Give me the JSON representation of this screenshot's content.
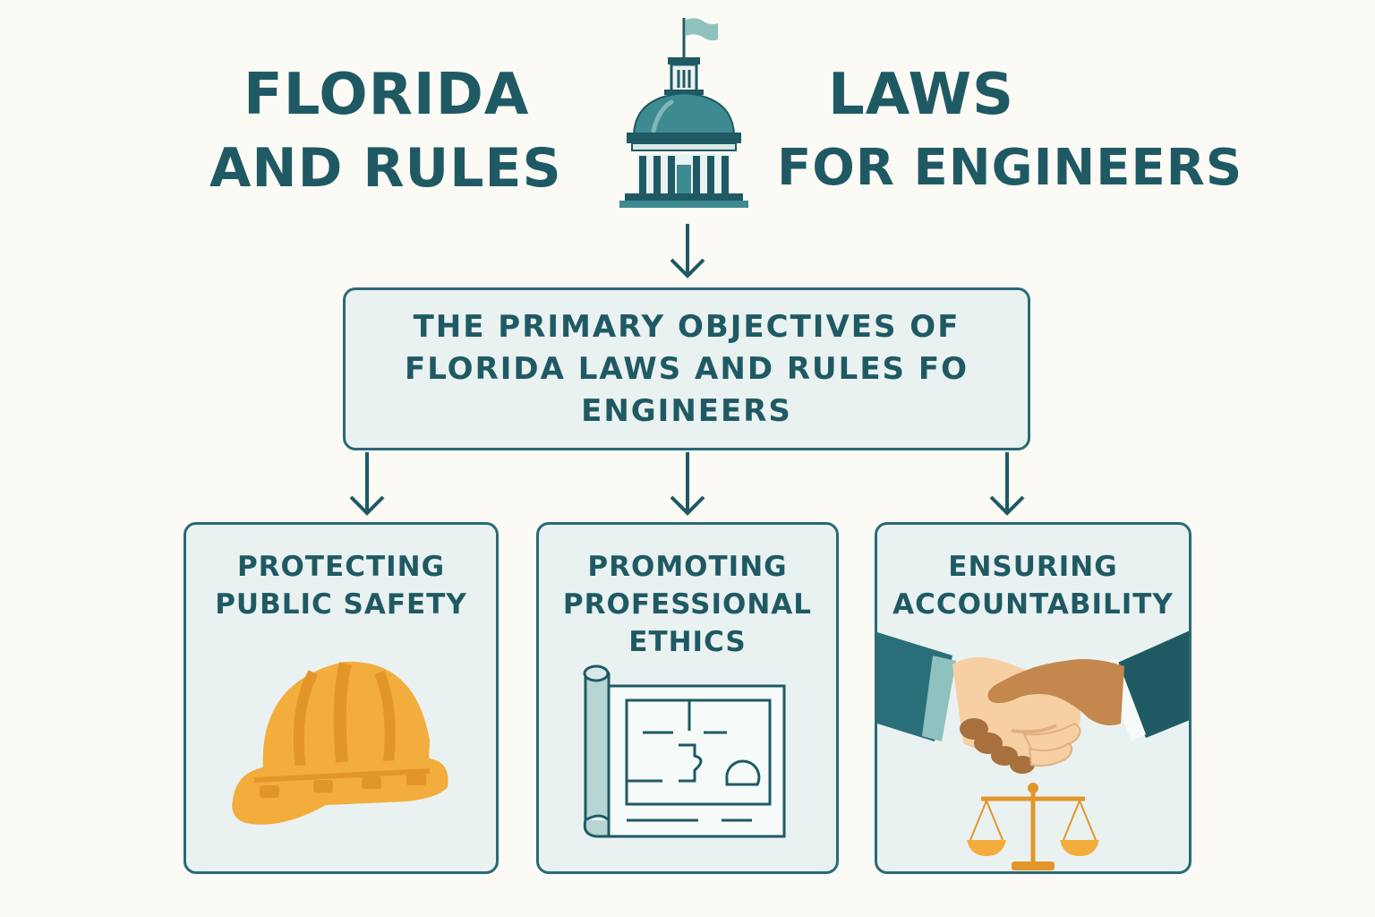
{
  "title": {
    "word1": "FLORIDA",
    "word2": "AND RULES",
    "word3": "LAWS",
    "word4": "FOR ENGINEERS"
  },
  "main_box": {
    "text": "THE PRIMARY OBJECTIVES OF FLORIDA LAWS AND RULES FO ENGINEERS"
  },
  "cards": [
    {
      "title": "PROTECTING\nPUBLIC SAFETY",
      "icon": "hard-hat-icon"
    },
    {
      "title": "PROMOTING\nPROFESSIONAL\nETHICS",
      "icon": "blueprint-icon"
    },
    {
      "title": "ENSURING\nACCOUNTABILITY",
      "icon": "handshake-icon"
    }
  ],
  "colors": {
    "primary": "#1f5a64",
    "box_fill": "#eaf2f1",
    "accent_orange": "#f2ad3d",
    "dome": "#3d8a90",
    "background": "#fbfaf4"
  }
}
